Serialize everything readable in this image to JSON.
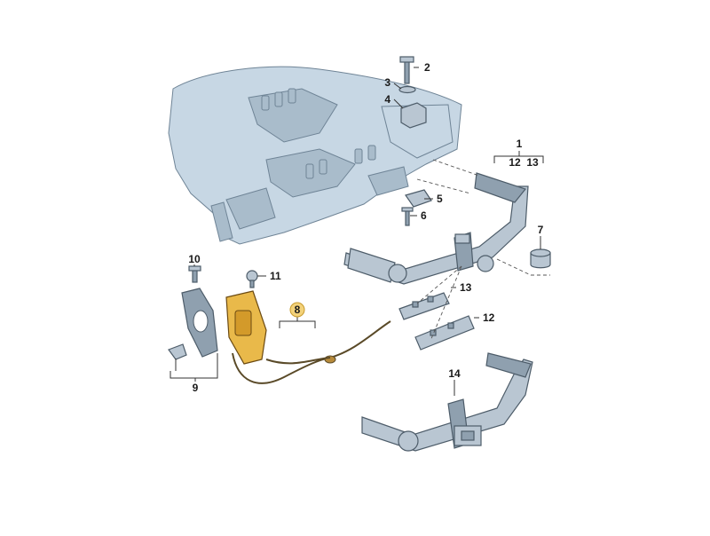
{
  "callouts": [
    {
      "id": "1",
      "label": "1"
    },
    {
      "id": "2",
      "label": "2"
    },
    {
      "id": "3",
      "label": "3"
    },
    {
      "id": "4",
      "label": "4"
    },
    {
      "id": "5",
      "label": "5"
    },
    {
      "id": "6",
      "label": "6"
    },
    {
      "id": "7",
      "label": "7"
    },
    {
      "id": "8",
      "label": "8"
    },
    {
      "id": "9",
      "label": "9"
    },
    {
      "id": "10",
      "label": "10"
    },
    {
      "id": "11",
      "label": "11"
    },
    {
      "id": "12a",
      "label": "12"
    },
    {
      "id": "12b",
      "label": "12"
    },
    {
      "id": "13a",
      "label": "13"
    },
    {
      "id": "13b",
      "label": "13"
    },
    {
      "id": "14",
      "label": "14"
    }
  ],
  "colors": {
    "body_panel": "#c7d7e4",
    "steel": "#b9c6d2",
    "control_module": "#e9b94a",
    "highlight_badge": "#f3d27a"
  }
}
